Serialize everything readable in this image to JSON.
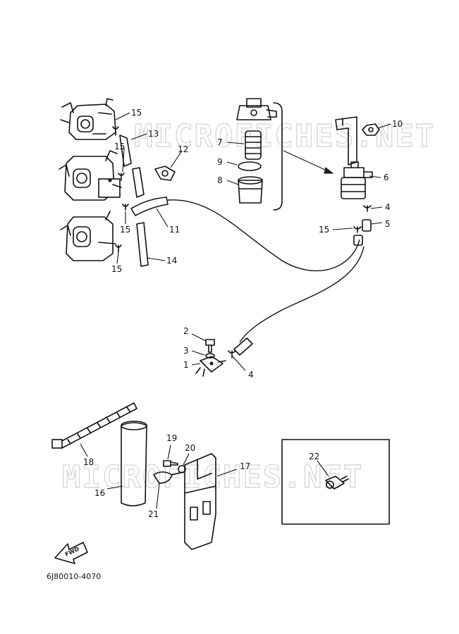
{
  "watermark": "MICROFICHES.NET",
  "diagram_code": "6J80010-4070",
  "fwd_label": "FWD",
  "callouts": {
    "c15a": "15",
    "c13": "13",
    "c15b": "15",
    "c12": "12",
    "c15c": "15",
    "c11": "11",
    "c15d": "15",
    "c14": "14",
    "c7": "7",
    "c9": "9",
    "c8": "8",
    "c10": "10",
    "c6": "6",
    "c4a": "4",
    "c5": "5",
    "c15e": "15",
    "c2": "2",
    "c3": "3",
    "c1": "1",
    "c4b": "4",
    "c18": "18",
    "c16": "16",
    "c19": "19",
    "c20": "20",
    "c17": "17",
    "c21": "21",
    "c22": "22"
  }
}
